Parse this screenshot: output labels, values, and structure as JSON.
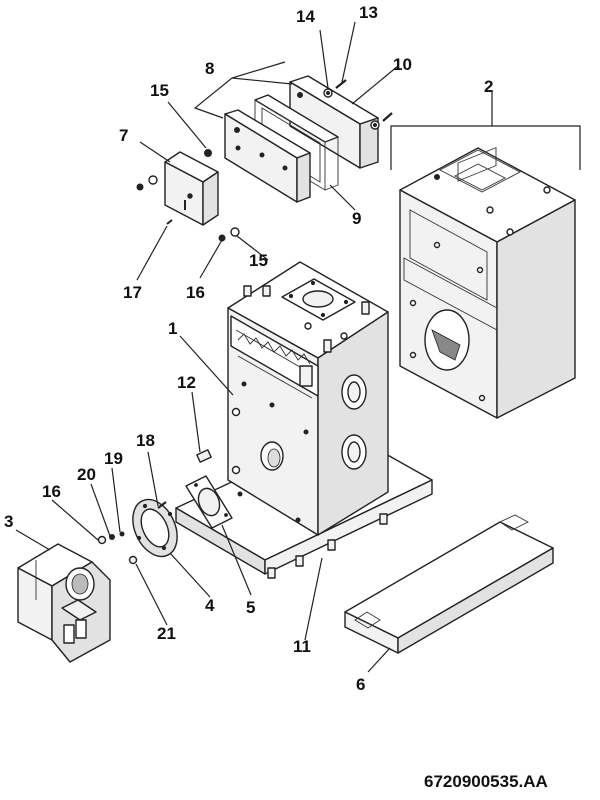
{
  "diagram": {
    "callouts": {
      "c1": "1",
      "c2": "2",
      "c3": "3",
      "c4": "4",
      "c5": "5",
      "c6": "6",
      "c7": "7",
      "c8": "8",
      "c9": "9",
      "c10": "10",
      "c11": "11",
      "c12": "12",
      "c13": "13",
      "c14": "14",
      "c15a": "15",
      "c15b": "15",
      "c16a": "16",
      "c16b": "16",
      "c17": "17",
      "c18": "18",
      "c19": "19",
      "c20": "20",
      "c21": "21"
    },
    "drawing_code": "6720900535.AA"
  }
}
